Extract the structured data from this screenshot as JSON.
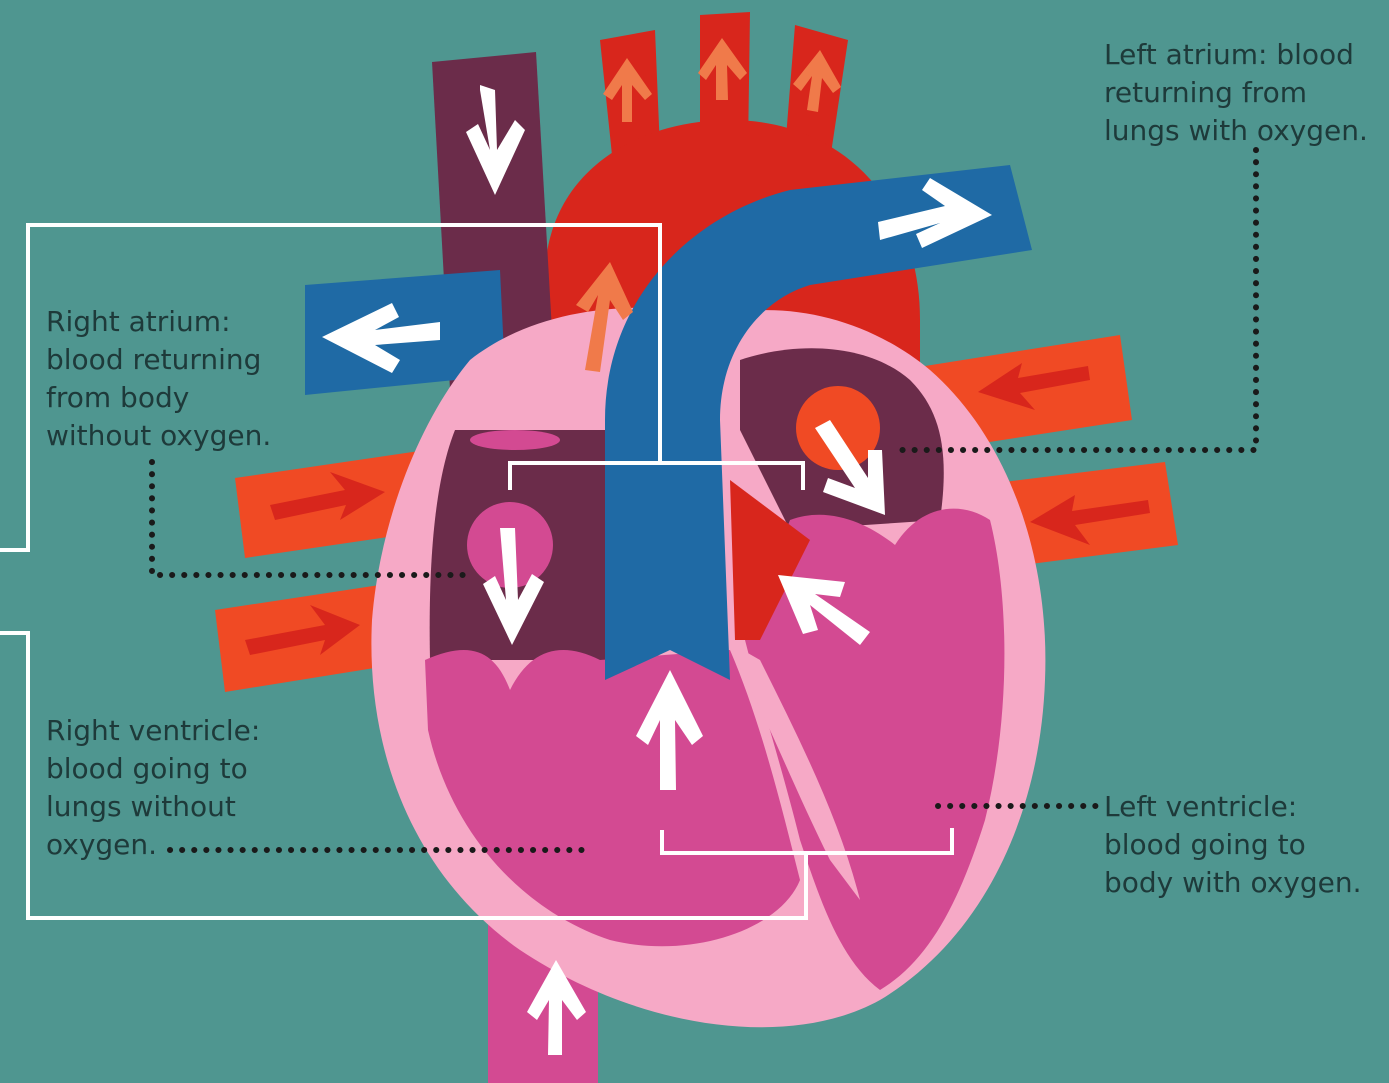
{
  "labels": {
    "right_atrium": {
      "lines": [
        "Right atrium:",
        "blood returning",
        "from body",
        "without oxygen."
      ]
    },
    "left_atrium": {
      "lines": [
        "Left atrium: blood",
        "returning from",
        "lungs with oxygen."
      ]
    },
    "right_ventricle": {
      "lines": [
        "Right ventricle:",
        "blood going to",
        "lungs without",
        "oxygen."
      ]
    },
    "left_ventricle": {
      "lines": [
        "Left ventricle:",
        "blood going to",
        "body with oxygen."
      ]
    }
  },
  "colors": {
    "background": "#4f9690",
    "heart_outer": "#f6a9c6",
    "heart_chamber": "#d34a92",
    "atrium_dark": "#6b2c4a",
    "oxygenated_red": "#d8261c",
    "lung_vessel_red": "#f04a24",
    "deoxygenated_blue": "#1f6aa5",
    "arrow": "#ffffff",
    "arrow_accent": "#f07a4a"
  }
}
